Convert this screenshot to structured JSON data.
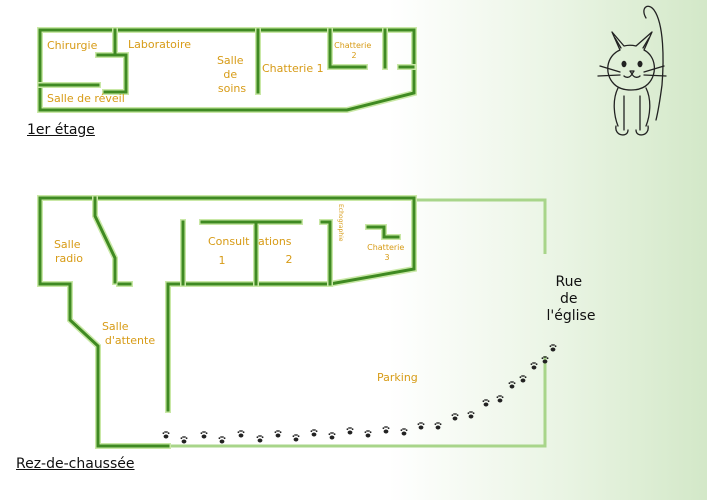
{
  "floors": {
    "upper": {
      "title": "1er étage",
      "rooms": {
        "chirurgie": "Chirurgie",
        "laboratoire": "Laboratoire",
        "salle_de_soins": [
          "Salle",
          "de",
          "soins"
        ],
        "chatterie_1": "Chatterie 1",
        "chatterie_2": [
          "Chatterie",
          "2"
        ],
        "salle_de_reveil": "Salle de réveil"
      }
    },
    "ground": {
      "title": "Rez-de-chaussée",
      "rooms": {
        "salle_radio": [
          "Salle",
          "radio"
        ],
        "consultations_left": "Consult",
        "consultations_right": "ations",
        "consultation_1": "1",
        "consultation_2": "2",
        "echographie": "Echographie",
        "chatterie_3": [
          "Chatterie",
          "3"
        ],
        "salle_attente": [
          "Salle",
          "d'attente"
        ],
        "parking": "Parking"
      }
    }
  },
  "street": [
    "Rue",
    "de",
    "l'église"
  ],
  "icons": {
    "mascot": "cat-icon",
    "footprints": "paw-print-icon"
  },
  "colors": {
    "walls": "#3f8a22",
    "room_labels": "#d79b16",
    "background_accent": "#d3e8c8"
  }
}
